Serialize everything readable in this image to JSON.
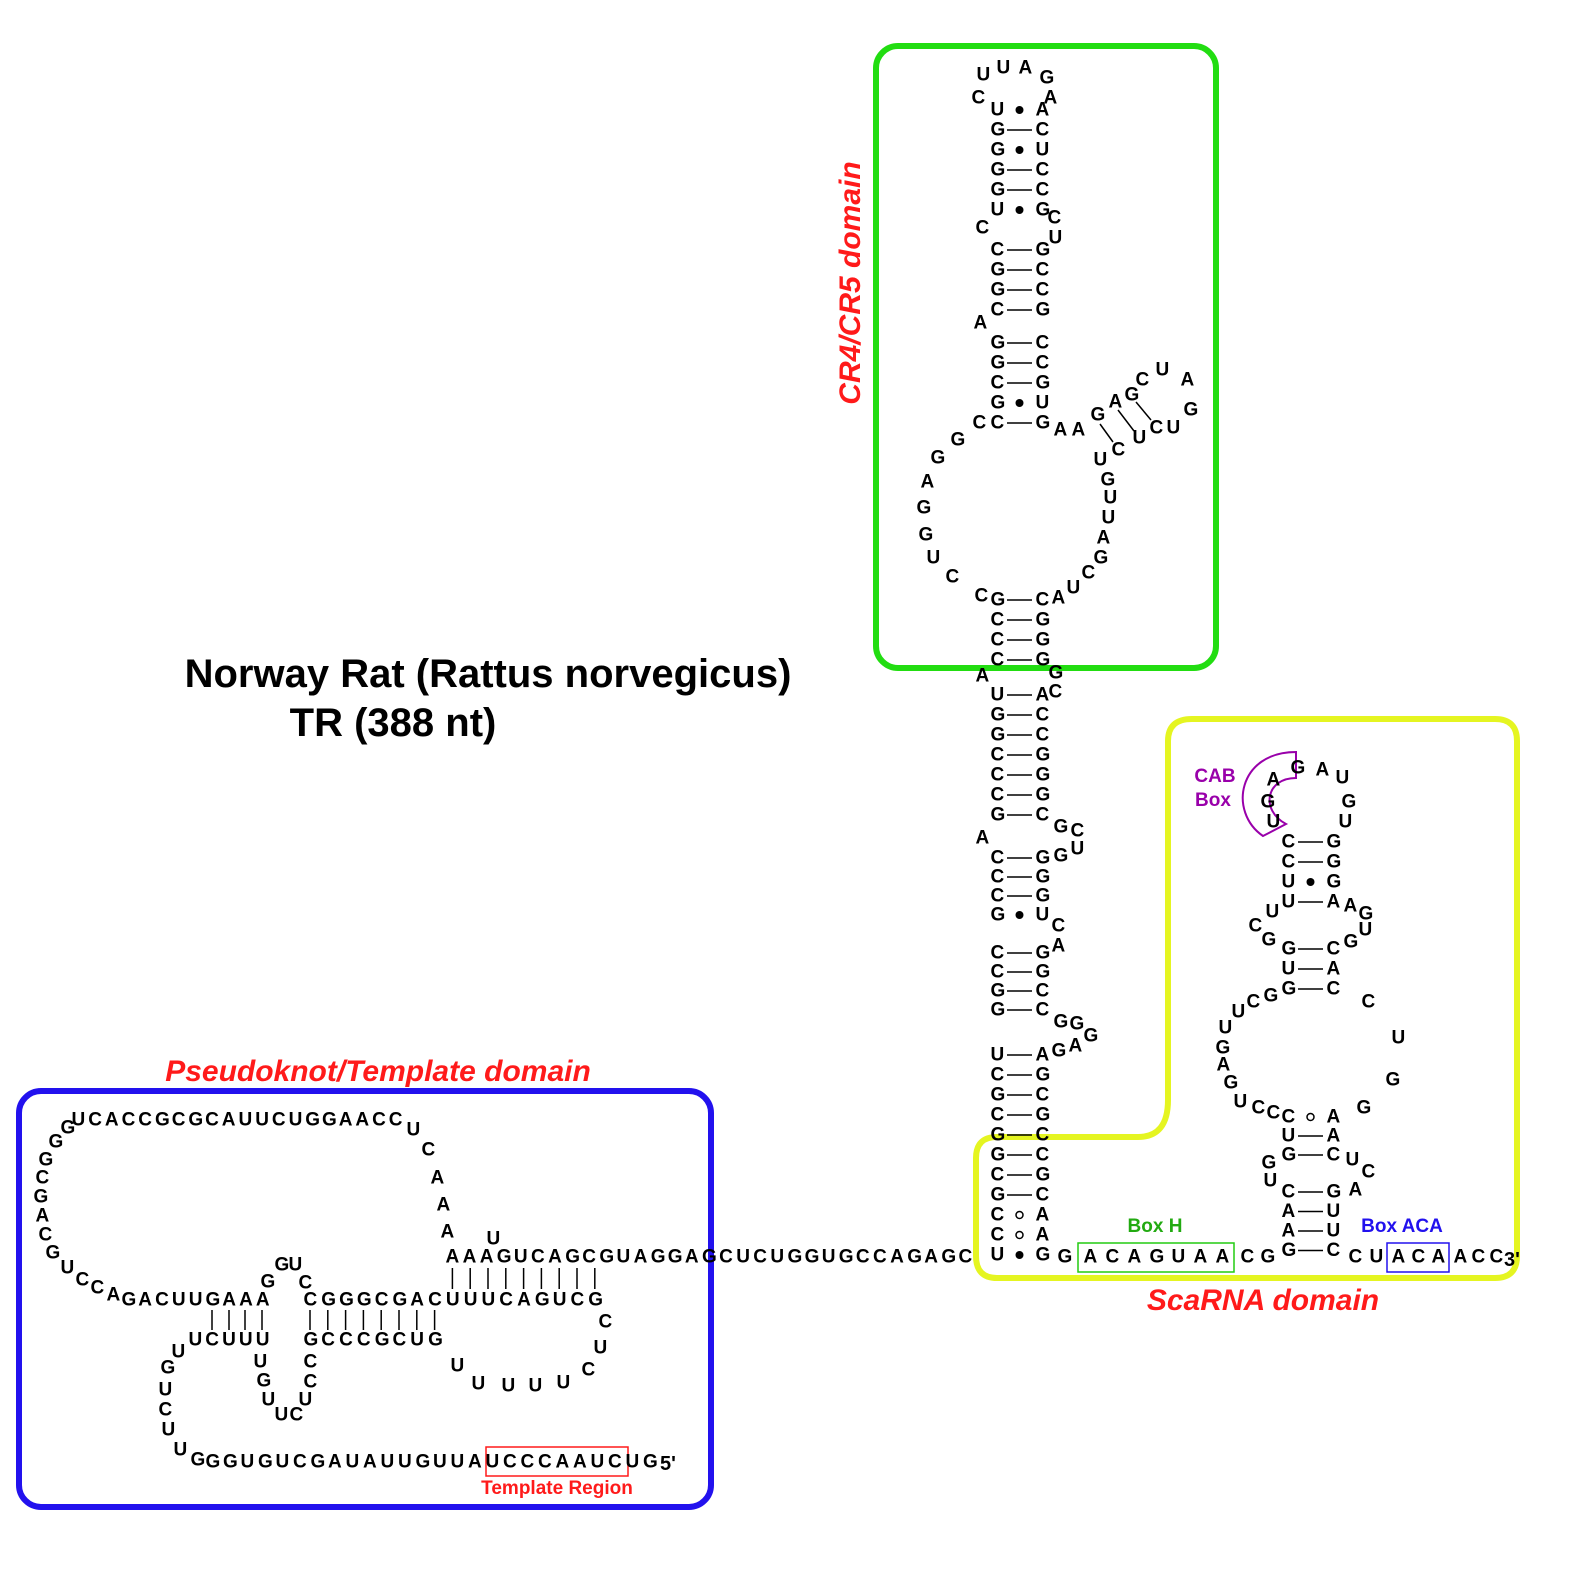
{
  "title": {
    "line1": "Norway Rat (Rattus norvegicus)",
    "line2": "TR (388 nt)"
  },
  "domains": {
    "cr4_cr5": "CR4/CR5 domain",
    "pseudoknot": "Pseudoknot/Template domain",
    "scarna": "ScaRNA domain"
  },
  "annotations": {
    "template_region": "Template Region",
    "box_h": "Box H",
    "box_aca": "Box ACA",
    "cab_box_line1": "CAB",
    "cab_box_line2": "Box",
    "five_prime": "5'",
    "three_prime": "3'"
  },
  "colors": {
    "cr4_cr5_box": "#22dd11",
    "pseudoknot_box": "#2211ee",
    "scarna_box": "#e5f521",
    "domain_label": "#ff1a1a",
    "box_h": "#22aa11",
    "box_aca": "#2211ee",
    "cab_box": "#9900aa",
    "template": "#ff1a1a"
  },
  "sequences": {
    "cr_loop": "CUUAGA",
    "cr_stem1": {
      "left": "UGGGGU",
      "right": "ACUCCG",
      "pairs": "•—•——•"
    },
    "cr_bulge1_right": "CU",
    "cr_bulge1_left": "C",
    "cr_stem2": {
      "left": "CGGC",
      "right": "GCCG",
      "pairs": "————"
    },
    "cr_bulge2_left": "A",
    "cr_stem3": {
      "left": "GGCGC",
      "right": "CCGUG",
      "pairs": "———•—"
    },
    "cr_loop_left": "CGGAGGUCC",
    "cr_loop_right": "AAGAGCUAGUCUCUGUUAGCUA",
    "stem4": {
      "left": "GCCC",
      "right": "CGGG",
      "pairs": "————"
    },
    "stem4_bulge_right": "GC",
    "stem4_bulge_left": "A",
    "stem5": {
      "left": "UGGCCCG",
      "right": "ACCGGGC",
      "pairs": "———————"
    },
    "stem5_bulge_right": "GCUG",
    "stem5_bulge_left": "A",
    "stem6": {
      "left": "CCCG",
      "right": "GGGU",
      "pairs": "———•"
    },
    "stem6_bulge_right": "CA",
    "stem7": {
      "left": "CCGG",
      "right": "GGCC",
      "pairs": "————"
    },
    "stem7_bulge_right": "GGGAG",
    "stem8": {
      "left": "UCGCGGCGCCU",
      "right": "AGCGCCGCAAG",
      "pairs": "————————∘∘•"
    },
    "linker_left": "AAAGUCAGCGUAGGAGCUCUGGUGCCAGAGC",
    "linker_bulge": "U",
    "sca_pre_boxh": "G",
    "box_h_seq": "ACAGUAA",
    "sca_post_boxh": "CG",
    "sca_stemA": {
      "left": "CAAG",
      "right": "GUUC",
      "pairs": "————"
    },
    "sca_stemA_left_bulge": "UG",
    "sca_stemA_right_bulge": "ACU",
    "sca_stemB": {
      "left": "CUG",
      "right": "AAC",
      "pairs": "∘——"
    },
    "sca_loop_left": "CCUGAGUUCG",
    "sca_loop_right": "CUGG",
    "sca_stemC": {
      "left": "GUG",
      "right": "CAC",
      "pairs": "———"
    },
    "sca_stemC_left_bulge": "GCU",
    "sca_stemC_right_bulge": "GUGA",
    "sca_stemD": {
      "left": "CCUU",
      "right": "GGGA",
      "pairs": "——•—"
    },
    "sca_hairpin_loop": "UGAGAUGU",
    "sca_post_stem": "CU",
    "box_aca_seq": "ACA",
    "tail": "ACC",
    "pk_top": "UCACCGCGCAUUCUGGAACC",
    "pk_right_arc": "UCAAA",
    "pk_left_arc": "GGGCGACGUCCA",
    "pk_row2": "GACUUGAAA",
    "pk_hp_top": "GGUC",
    "pk_row2b": "CGGGCGACUUUCAGUCG",
    "pk_loop_right": "CUCUUUUU",
    "pk_row3a": "UCUUU",
    "pk_row3b": "GCCCGCUG",
    "pk_left_down": "UGUCUUG",
    "pk_mid_loop": "UGUUCUCC",
    "pk_bottom": "GGUGUCGAUAUUGUUAUCCCAAUCUG"
  }
}
